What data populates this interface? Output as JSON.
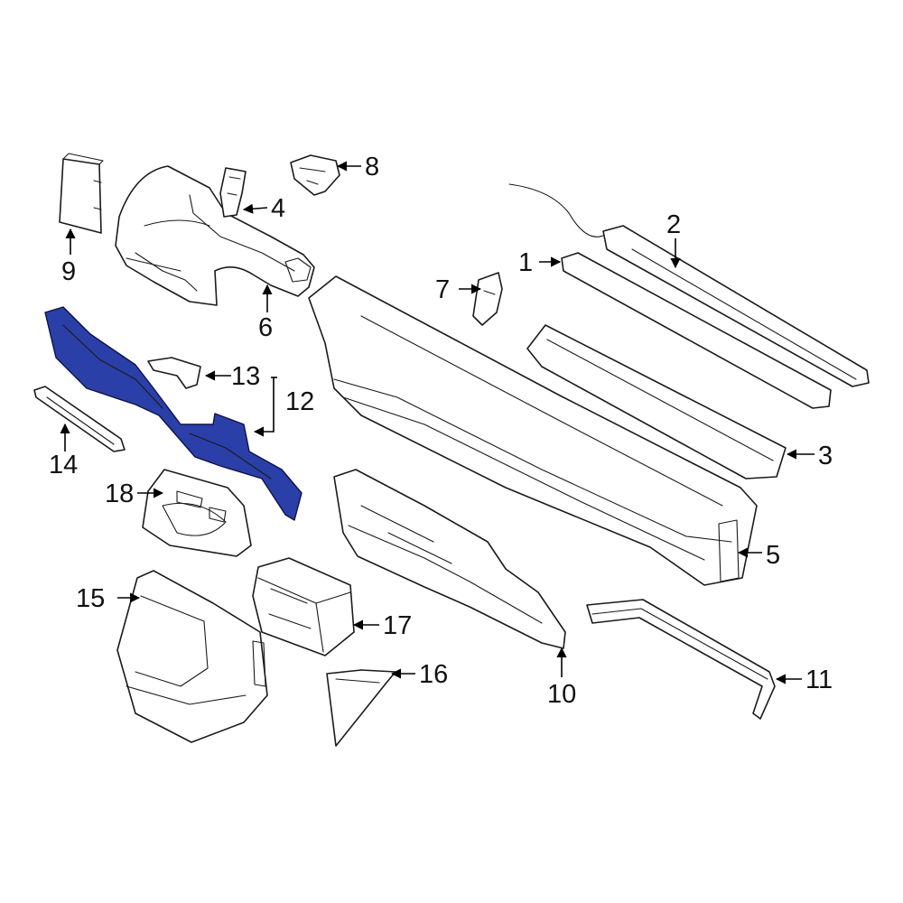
{
  "diagram": {
    "highlight_color": "#2b3fa8",
    "callouts": [
      {
        "id": "1",
        "text": "1"
      },
      {
        "id": "2",
        "text": "2"
      },
      {
        "id": "3",
        "text": "3"
      },
      {
        "id": "4",
        "text": "4"
      },
      {
        "id": "5",
        "text": "5"
      },
      {
        "id": "6",
        "text": "6"
      },
      {
        "id": "7",
        "text": "7"
      },
      {
        "id": "8",
        "text": "8"
      },
      {
        "id": "9",
        "text": "9"
      },
      {
        "id": "10",
        "text": "10"
      },
      {
        "id": "11",
        "text": "11"
      },
      {
        "id": "12",
        "text": "12"
      },
      {
        "id": "13",
        "text": "13"
      },
      {
        "id": "14",
        "text": "14"
      },
      {
        "id": "15",
        "text": "15"
      },
      {
        "id": "16",
        "text": "16"
      },
      {
        "id": "17",
        "text": "17"
      },
      {
        "id": "18",
        "text": "18"
      }
    ]
  }
}
